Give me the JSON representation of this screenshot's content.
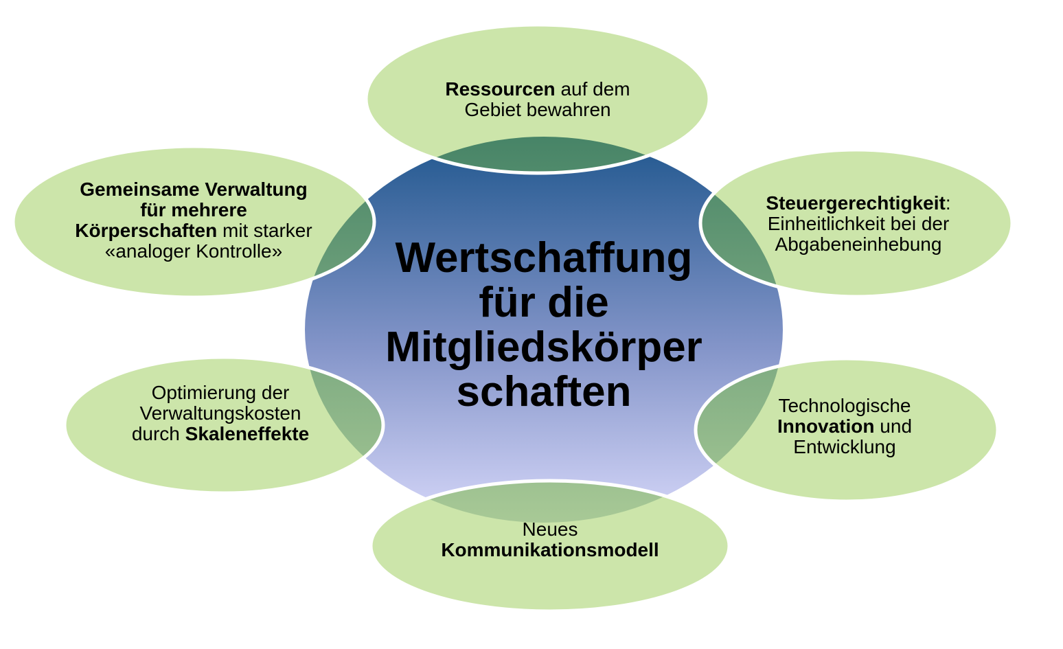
{
  "title": {
    "lines": [
      "Wertschaffung",
      "für die",
      "Mitgliedskörper",
      "schaften"
    ]
  },
  "bubbles": {
    "top": {
      "lines": [
        {
          "segs": [
            {
              "t": "Ressourcen",
              "b": true
            },
            {
              "t": " auf dem",
              "b": false
            }
          ]
        },
        {
          "segs": [
            {
              "t": "Gebiet bewahren",
              "b": false
            }
          ]
        }
      ]
    },
    "upper_left": {
      "lines": [
        {
          "segs": [
            {
              "t": "Gemeinsame Verwaltung",
              "b": true
            }
          ]
        },
        {
          "segs": [
            {
              "t": "für mehrere",
              "b": true
            }
          ]
        },
        {
          "segs": [
            {
              "t": "Körperschaften",
              "b": true
            },
            {
              "t": " mit starker",
              "b": false
            }
          ]
        },
        {
          "segs": [
            {
              "t": "«analoger Kontrolle»",
              "b": false
            }
          ]
        }
      ]
    },
    "upper_right": {
      "lines": [
        {
          "segs": [
            {
              "t": "Steuergerechtigkeit",
              "b": true
            },
            {
              "t": ":",
              "b": false
            }
          ]
        },
        {
          "segs": [
            {
              "t": "Einheitlichkeit bei der",
              "b": false
            }
          ]
        },
        {
          "segs": [
            {
              "t": "Abgabeneinhebung",
              "b": false
            }
          ]
        }
      ]
    },
    "lower_left": {
      "lines": [
        {
          "segs": [
            {
              "t": "Optimierung der",
              "b": false
            }
          ]
        },
        {
          "segs": [
            {
              "t": "Verwaltungskosten",
              "b": false
            }
          ]
        },
        {
          "segs": [
            {
              "t": "durch ",
              "b": false
            },
            {
              "t": "Skaleneffekte",
              "b": true
            }
          ]
        }
      ]
    },
    "lower_right": {
      "lines": [
        {
          "segs": [
            {
              "t": "Technologische",
              "b": false
            }
          ]
        },
        {
          "segs": [
            {
              "t": "Innovation",
              "b": true
            },
            {
              "t": " und",
              "b": false
            }
          ]
        },
        {
          "segs": [
            {
              "t": "Entwicklung",
              "b": false
            }
          ]
        }
      ]
    },
    "bottom": {
      "lines": [
        {
          "segs": [
            {
              "t": "Neues",
              "b": false
            }
          ]
        },
        {
          "segs": [
            {
              "t": "Kommunikationsmodell",
              "b": true
            }
          ]
        }
      ]
    }
  },
  "colors": {
    "background": "#FFFFFF",
    "text": "#000000",
    "bubble_fill": "#CCE5AA",
    "bubble_stroke": "#FFFFFF",
    "center_gradient_top": "#20578E",
    "center_gradient_mid": "#8495C9",
    "center_gradient_bottom": "#D6D7F9",
    "overlap_gradient_top": "#478467",
    "overlap_gradient_bottom": "#A8C996"
  }
}
